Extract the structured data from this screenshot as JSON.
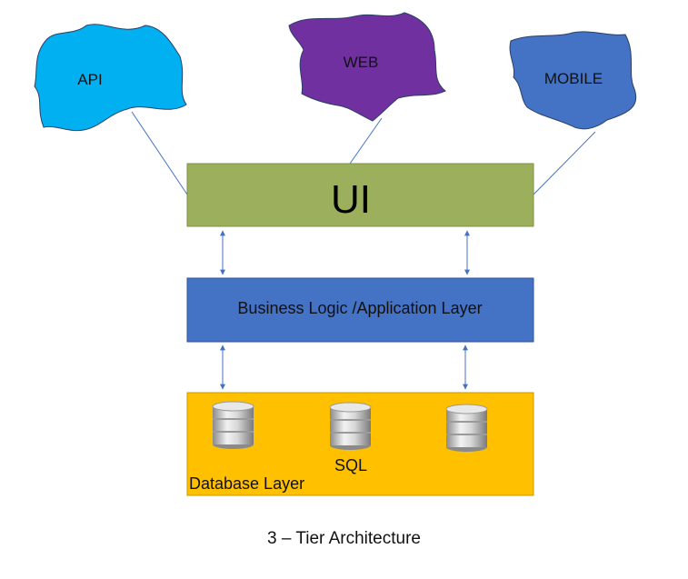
{
  "clients": [
    {
      "label": "API",
      "color": "#00B0F0"
    },
    {
      "label": "WEB",
      "color": "#7030A0"
    },
    {
      "label": "MOBILE",
      "color": "#4472C4"
    }
  ],
  "ui_layer": {
    "label": "UI",
    "color": "#9BAF5C"
  },
  "business_layer": {
    "label": "Business Logic /Application Layer",
    "color": "#4472C4"
  },
  "database_layer": {
    "label": "Database Layer",
    "sql_label": "SQL",
    "color": "#FFC000"
  },
  "caption": "3 – Tier Architecture",
  "connector_color": "#4472C4"
}
